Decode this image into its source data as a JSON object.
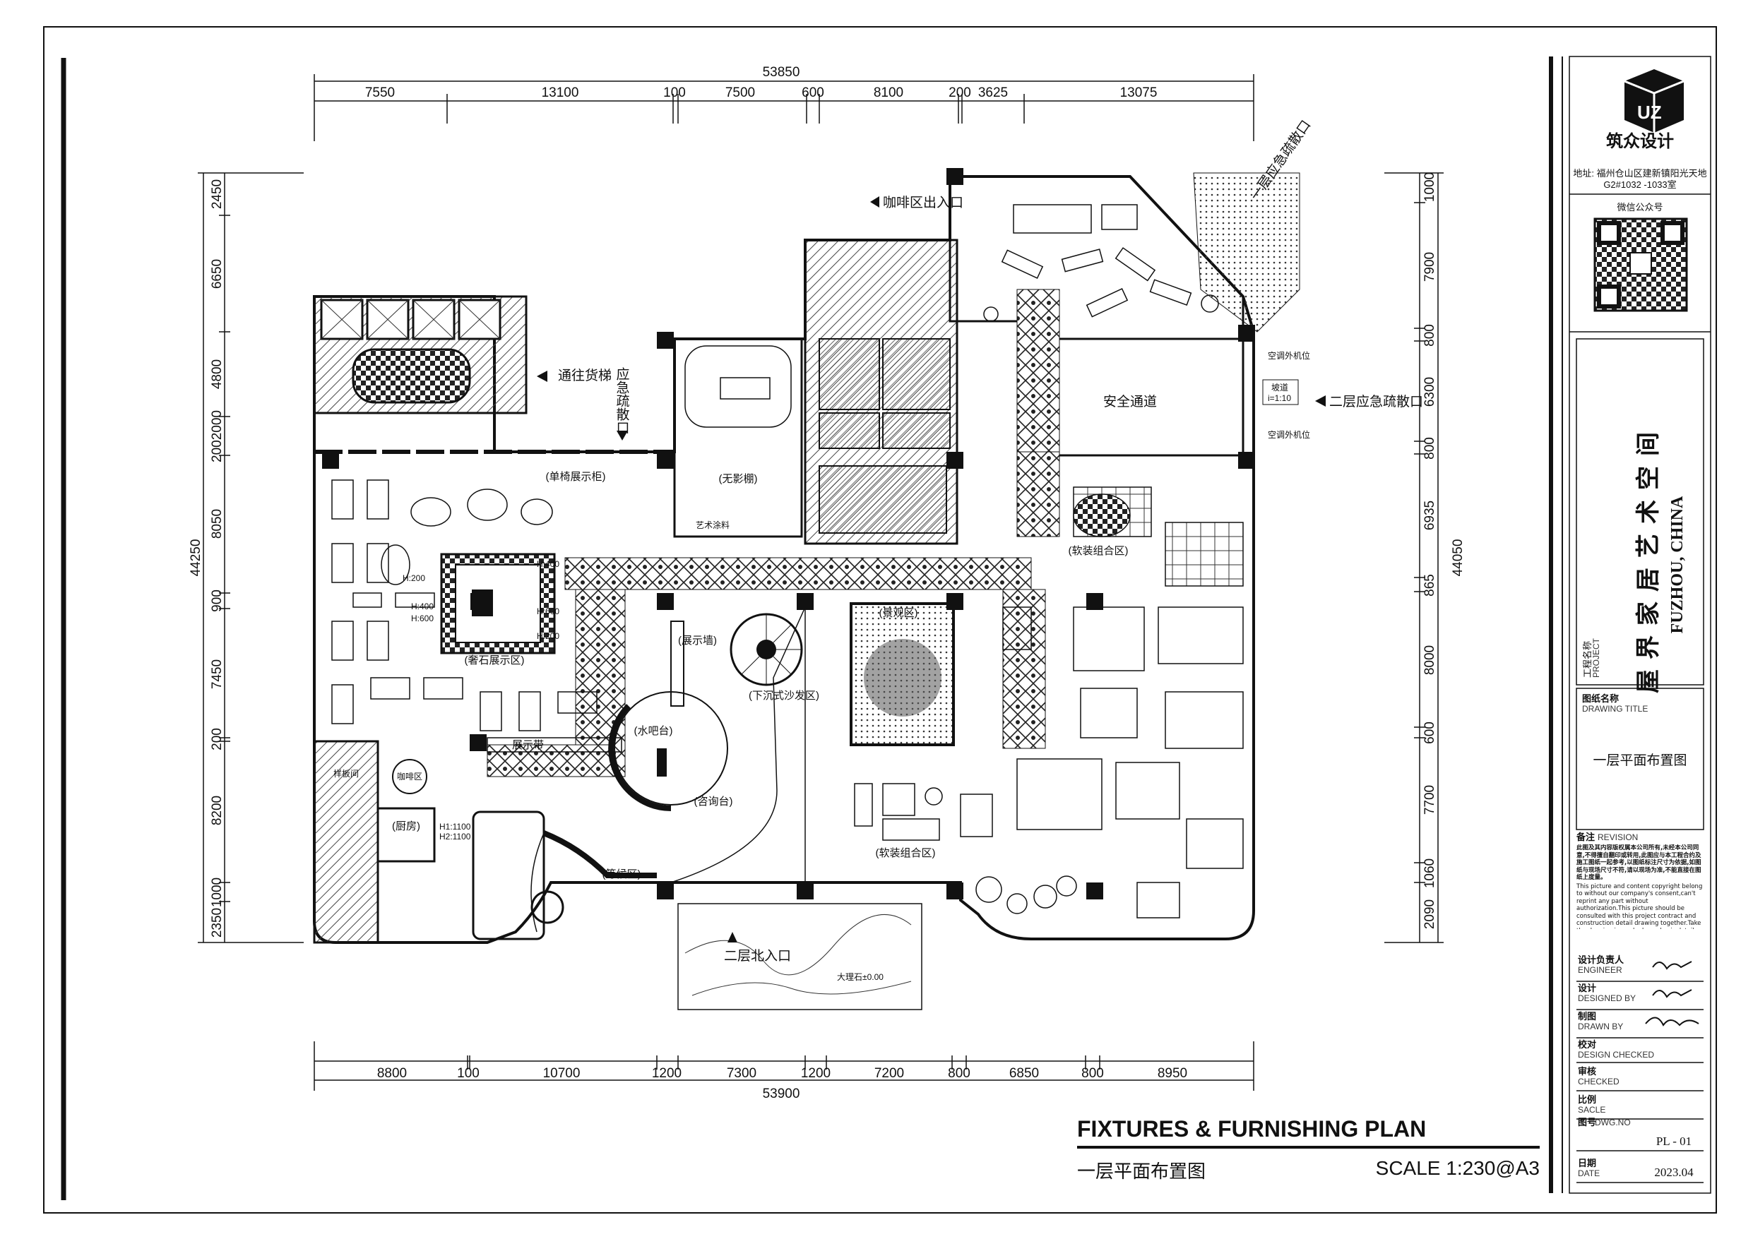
{
  "dimensions": {
    "top_total": "53850",
    "top_segments": [
      "7550",
      "13100",
      "100",
      "7500",
      "600",
      "8100",
      "200",
      "3625",
      "13075"
    ],
    "bottom_total": "53900",
    "bottom_segments": [
      "8800",
      "100",
      "10700",
      "1200",
      "7300",
      "1200",
      "7200",
      "800",
      "6850",
      "800",
      "8950"
    ],
    "left_total": "44250",
    "left_segments": [
      "2450",
      "6650",
      "4800",
      "2002000",
      "8050",
      "900",
      "7450",
      "200",
      "8200",
      "1000",
      "2350"
    ],
    "right_total": "44050",
    "right_segments": [
      "1000",
      "7900",
      "800",
      "6300",
      "800",
      "6935",
      "865",
      "8000",
      "600",
      "7700",
      "1060",
      "2090"
    ]
  },
  "plan_labels": {
    "freight_elevator": "通往货梯",
    "emergency_exit_1": "应急疏散口",
    "coffee_exit": "咖啡区出入口",
    "first_floor_emergency": "一层应急疏散口",
    "second_floor_emergency": "二层应急疏散口",
    "safety_corridor": "安全通道",
    "ramp": "坡道",
    "ramp_ratio": "i=1:10",
    "ac_unit_1": "空调外机位",
    "ac_unit_2": "空调外机位",
    "single_chair_cabinet": "(单椅展示柜)",
    "shadowless_shed": "(无影棚)",
    "art_painting": "艺术涂料",
    "luxury_stone": "(奢石展示区)",
    "display_wall": "(展示墙)",
    "display_belt": "展示带",
    "water_bar": "(水吧台)",
    "consult_desk": "(咨询台)",
    "waiting_area": "(等候区)",
    "sunken_sofa": "(下沉式沙发区)",
    "landscape": "(景观区)",
    "soft_combo_1": "(软装组合区)",
    "soft_combo_2": "(软装组合区)",
    "north_entrance": "二层北入口",
    "marble": "大理石±0.00",
    "kitchen": "(厨房)",
    "sample_board": "样板间",
    "coffee_label": "咖啡区",
    "h400a": "H:400",
    "h600a": "H:600",
    "h200a": "H:200",
    "h200b": "H:200",
    "h400b": "H:400",
    "h600b": "H:600",
    "h1100a": "H1:1100",
    "h1100b": "H2:1100"
  },
  "title_block": {
    "company_name": "筑众设计",
    "address_line1": "地址: 福州仓山区建新镇阳光天地",
    "address_line2": "G2#1032 -1033室",
    "wechat_label": "微信公众号",
    "project_label_cn": "工程名称",
    "project_label_en": "PROJECT",
    "project_name": "屋界家居艺术空间",
    "project_city": "FUZHOU, CHINA",
    "drawing_title_cn": "图纸名称",
    "drawing_title_en": "DRAWING TITLE",
    "drawing_title": "一层平面布置图",
    "revision_cn": "备注",
    "revision_en": "REVISION",
    "notes_cn": "此图及其内容版权属本公司所有,未经本公司同意,不得擅自翻印或转用,此图应与本工程合约及施工图纸一起参考,以图纸标注尺寸为依据,如图纸与现场尺寸不符,请以现场为准,不能直接在图纸上度量。",
    "notes_en": "This picture and content copyright belong to without our company's consent,can't reprint any part without authorization.This picture should be consulted with this project contract and construction detail drawing together.Take the drawing is marked as a basis,detail subject to on-the-spot size, can't quantity fetch at drawing directly.",
    "engineer_cn": "设计负责人",
    "engineer_en": "ENGINEER",
    "designed_cn": "设计",
    "designed_en": "DESIGNED BY",
    "drawn_cn": "制图",
    "drawn_en": "DRAWN BY",
    "checked1_cn": "校对",
    "checked1_en": "DESIGN CHECKED",
    "checked2_cn": "审核",
    "checked2_en": "CHECKED",
    "scale_cn": "比例",
    "scale_en": "SACLE",
    "dwgno_cn": "图号",
    "dwgno_en": "DWG.NO",
    "dwgno_value": "PL - 01",
    "date_cn": "日期",
    "date_en": "DATE",
    "date_value": "2023.04"
  },
  "footer": {
    "title_en": "FIXTURES & FURNISHING PLAN",
    "title_cn": "一层平面布置图",
    "scale": "SCALE  1:230@A3"
  },
  "colors": {
    "line": "#111111",
    "hatch": "#555555",
    "paper": "#ffffff"
  }
}
